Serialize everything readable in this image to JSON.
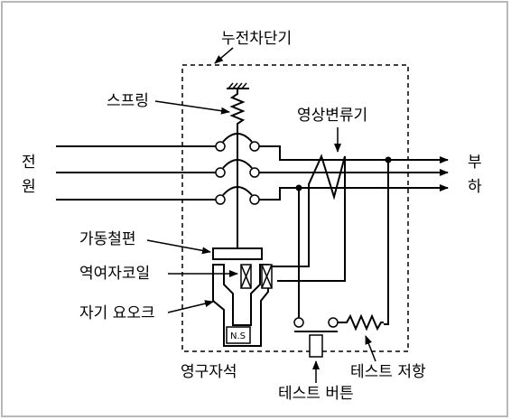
{
  "labels": {
    "breaker": "누전차단기",
    "spring": "스프링",
    "zct": "영상변류기",
    "source_1": "전",
    "source_2": "원",
    "load_1": "부",
    "load_2": "하",
    "movable_iron": "가동철편",
    "excitation_coil": "역여자코일",
    "magnetic_yoke": "자기 요오크",
    "permanent_magnet": "영구자석",
    "magnet_poles": "N.S",
    "test_button": "테스트 버튼",
    "test_resistor": "테스트 저항"
  },
  "colors": {
    "line": "#000000",
    "frame": "#b8b8b8",
    "background": "#ffffff"
  }
}
